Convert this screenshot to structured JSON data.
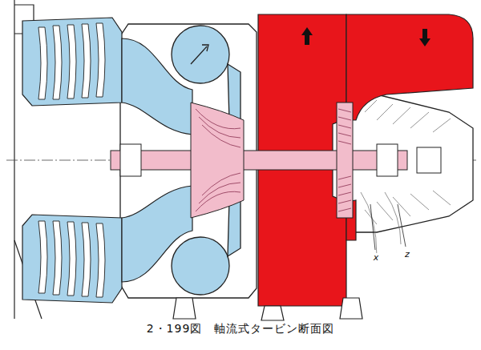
{
  "diagram": {
    "caption": "2・199図　軸流式タービン断面図",
    "labels": [
      "x",
      "z"
    ]
  }
}
